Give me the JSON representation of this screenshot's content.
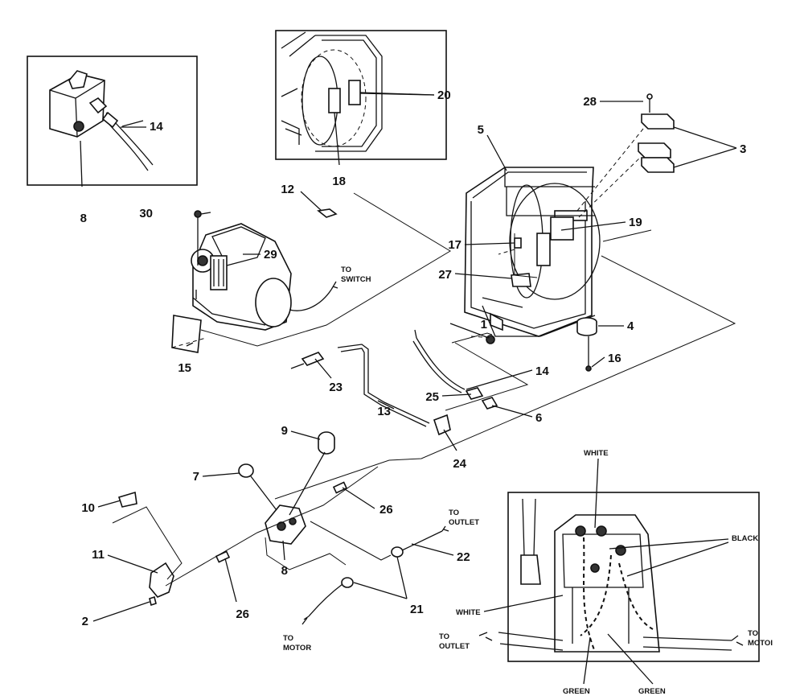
{
  "callouts": [
    {
      "id": "c1",
      "text": "1"
    },
    {
      "id": "c2",
      "text": "2"
    },
    {
      "id": "c3",
      "text": "3"
    },
    {
      "id": "c4",
      "text": "4"
    },
    {
      "id": "c5",
      "text": "5"
    },
    {
      "id": "c6",
      "text": "6"
    },
    {
      "id": "c7",
      "text": "7"
    },
    {
      "id": "c8a",
      "text": "8"
    },
    {
      "id": "c8b",
      "text": "8"
    },
    {
      "id": "c9",
      "text": "9"
    },
    {
      "id": "c10",
      "text": "10"
    },
    {
      "id": "c11",
      "text": "11"
    },
    {
      "id": "c12",
      "text": "12"
    },
    {
      "id": "c13",
      "text": "13"
    },
    {
      "id": "c14a",
      "text": "14"
    },
    {
      "id": "c14b",
      "text": "14"
    },
    {
      "id": "c15",
      "text": "15"
    },
    {
      "id": "c16",
      "text": "16"
    },
    {
      "id": "c17",
      "text": "17"
    },
    {
      "id": "c18",
      "text": "18"
    },
    {
      "id": "c19",
      "text": "19"
    },
    {
      "id": "c20",
      "text": "20"
    },
    {
      "id": "c21",
      "text": "21"
    },
    {
      "id": "c22",
      "text": "22"
    },
    {
      "id": "c23",
      "text": "23"
    },
    {
      "id": "c24",
      "text": "24"
    },
    {
      "id": "c25",
      "text": "25"
    },
    {
      "id": "c26a",
      "text": "26"
    },
    {
      "id": "c26b",
      "text": "26"
    },
    {
      "id": "c27",
      "text": "27"
    },
    {
      "id": "c28",
      "text": "28"
    },
    {
      "id": "c29",
      "text": "29"
    },
    {
      "id": "c30",
      "text": "30"
    }
  ],
  "notes": {
    "to_switch_1": "TO",
    "to_switch_2": "SWITCH",
    "to_outlet_1": "TO",
    "to_outlet_2": "OUTLET",
    "to_motor_1": "TO",
    "to_motor_2": "MOTOR"
  },
  "wiring_inset": {
    "white_top": "WHITE",
    "black": "BLACK",
    "white_left": "WHITE",
    "to_outlet_1": "TO",
    "to_outlet_2": "OUTLET",
    "to_motor_1": "TO",
    "to_motor_2": "MOTOI",
    "green_left": "GREEN",
    "green_right": "GREEN"
  }
}
